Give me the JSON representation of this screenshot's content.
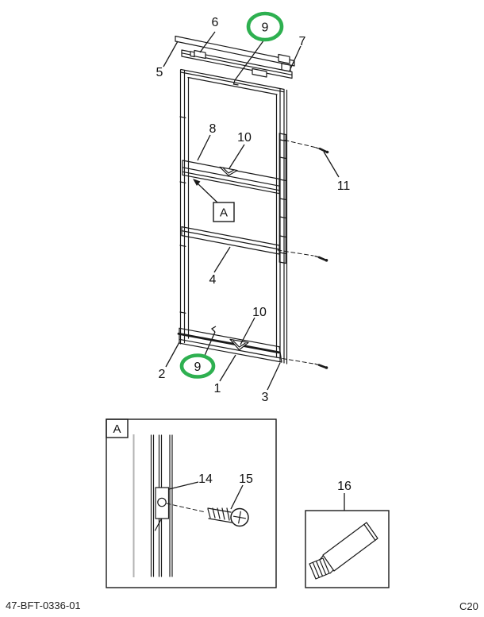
{
  "figure": {
    "footer": {
      "document_number": "47-BFT-0336-01",
      "page_code": "C20"
    },
    "callouts": {
      "n1": "1",
      "n2": "2",
      "n3": "3",
      "n4": "4",
      "n5": "5",
      "n6": "6",
      "n7": "7",
      "n8": "8",
      "n9_top": "9",
      "n9_bottom": "9",
      "n10_top": "10",
      "n10_bottom": "10",
      "n11": "11",
      "n14": "14",
      "n15": "15",
      "n16": "16"
    },
    "detail_marker": "A",
    "detail_inset_label": "A",
    "colors": {
      "highlight_green": "#2eb050",
      "line_black": "#1a1a1a",
      "light_gray": "#b3b3b3"
    }
  }
}
